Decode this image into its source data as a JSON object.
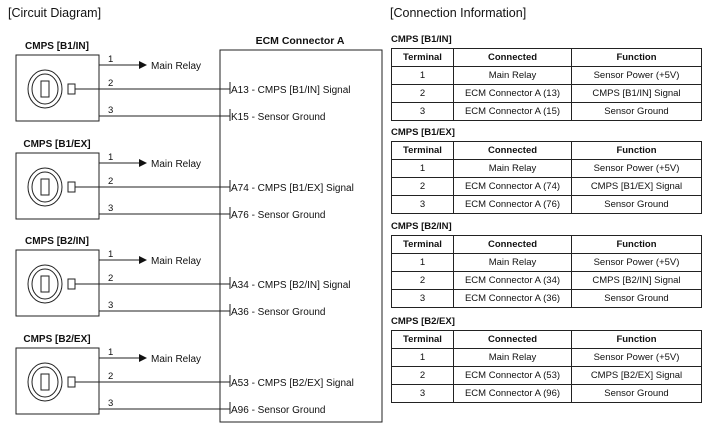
{
  "circuit_title": "[Circuit Diagram]",
  "connection_title": "[Connection Information]",
  "ecm_title": "ECM Connector A",
  "sensors": [
    {
      "label": "CMPS [B1/IN]",
      "wires": [
        {
          "num": "1",
          "text": "Main Relay"
        },
        {
          "num": "2",
          "text": "A13 - CMPS [B1/IN] Signal"
        },
        {
          "num": "3",
          "text": "K15 - Sensor Ground"
        }
      ]
    },
    {
      "label": "CMPS [B1/EX]",
      "wires": [
        {
          "num": "1",
          "text": "Main Relay"
        },
        {
          "num": "2",
          "text": "A74 - CMPS [B1/EX] Signal"
        },
        {
          "num": "3",
          "text": "A76 - Sensor Ground"
        }
      ]
    },
    {
      "label": "CMPS [B2/IN]",
      "wires": [
        {
          "num": "1",
          "text": "Main Relay"
        },
        {
          "num": "2",
          "text": "A34 - CMPS [B2/IN] Signal"
        },
        {
          "num": "3",
          "text": "A36 - Sensor Ground"
        }
      ]
    },
    {
      "label": "CMPS [B2/EX]",
      "wires": [
        {
          "num": "1",
          "text": "Main Relay"
        },
        {
          "num": "2",
          "text": "A53 - CMPS [B2/EX] Signal"
        },
        {
          "num": "3",
          "text": "A96 - Sensor Ground"
        }
      ]
    }
  ],
  "table_headers": [
    "Terminal",
    "Connected",
    "Function"
  ],
  "tables": [
    {
      "caption": "CMPS [B1/IN]",
      "rows": [
        [
          "1",
          "Main Relay",
          "Sensor Power (+5V)"
        ],
        [
          "2",
          "ECM Connector A (13)",
          "CMPS [B1/IN] Signal"
        ],
        [
          "3",
          "ECM Connector A (15)",
          "Sensor Ground"
        ]
      ]
    },
    {
      "caption": "CMPS [B1/EX]",
      "rows": [
        [
          "1",
          "Main Relay",
          "Sensor Power (+5V)"
        ],
        [
          "2",
          "ECM Connector A (74)",
          "CMPS [B1/EX] Signal"
        ],
        [
          "3",
          "ECM Connector A (76)",
          "Sensor Ground"
        ]
      ]
    },
    {
      "caption": "CMPS [B2/IN]",
      "rows": [
        [
          "1",
          "Main Relay",
          "Sensor Power (+5V)"
        ],
        [
          "2",
          "ECM Connector A (34)",
          "CMPS [B2/IN] Signal"
        ],
        [
          "3",
          "ECM Connector A (36)",
          "Sensor Ground"
        ]
      ]
    },
    {
      "caption": "CMPS [B2/EX]",
      "rows": [
        [
          "1",
          "Main Relay",
          "Sensor Power (+5V)"
        ],
        [
          "2",
          "ECM Connector A (53)",
          "CMPS [B2/EX] Signal"
        ],
        [
          "3",
          "ECM Connector A (96)",
          "Sensor Ground"
        ]
      ]
    }
  ]
}
